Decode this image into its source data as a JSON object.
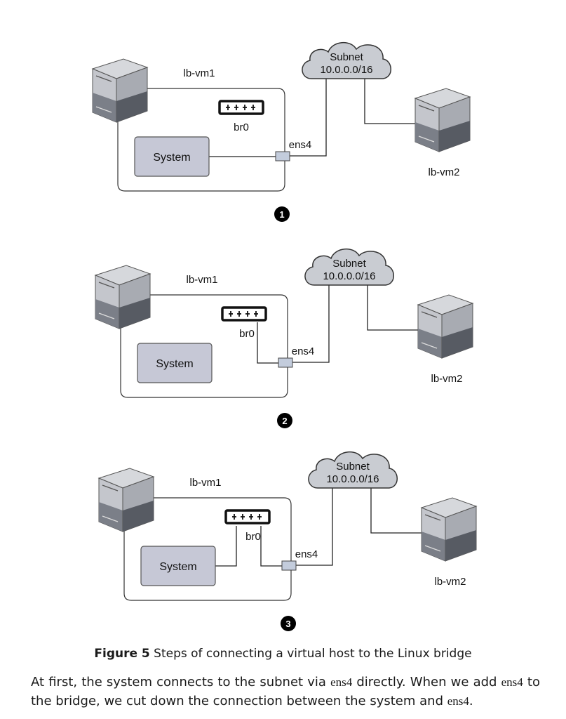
{
  "figure": {
    "steps": [
      {
        "number": "1",
        "vm1_label": "lb-vm1",
        "vm2_label": "lb-vm2",
        "bridge_label": "br0",
        "iface_label": "ens4",
        "system_label": "System",
        "subnet_title": "Subnet",
        "subnet_cidr": "10.0.0.0/16"
      },
      {
        "number": "2",
        "vm1_label": "lb-vm1",
        "vm2_label": "lb-vm2",
        "bridge_label": "br0",
        "iface_label": "ens4",
        "system_label": "System",
        "subnet_title": "Subnet",
        "subnet_cidr": "10.0.0.0/16"
      },
      {
        "number": "3",
        "vm1_label": "lb-vm1",
        "vm2_label": "lb-vm2",
        "bridge_label": "br0",
        "iface_label": "ens4",
        "system_label": "System",
        "subnet_title": "Subnet",
        "subnet_cidr": "10.0.0.0/16"
      }
    ]
  },
  "caption": {
    "label": "Figure 5",
    "text": " Steps of connecting a virtual host to the Linux bridge"
  },
  "paragraph": {
    "p1": "At first, the system connects to the subnet via ",
    "c1": "ens4",
    "p2": " directly. When we add ",
    "c2": "ens4",
    "p3": " to the bridge, we cut down the connection between the system and ",
    "c3": "ens4",
    "p4": "."
  }
}
